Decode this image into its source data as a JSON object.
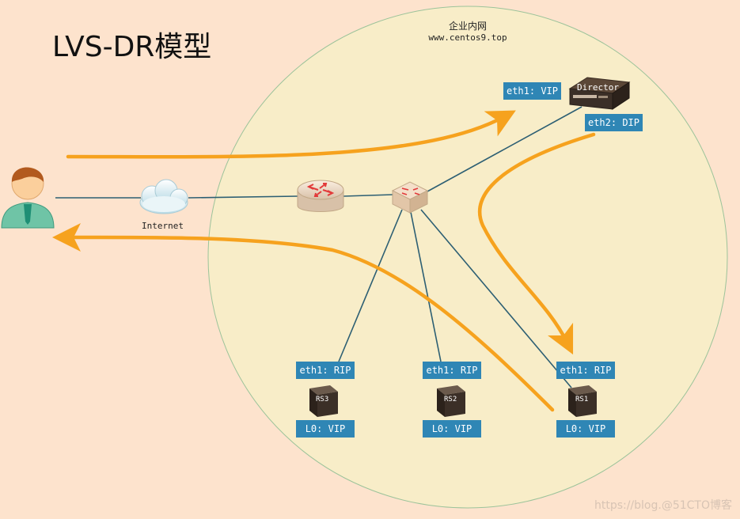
{
  "title": "LVS-DR模型",
  "network": {
    "name": "企业内网",
    "domain": "www.centos9.top"
  },
  "nodes": {
    "client": {
      "icon": "user-icon"
    },
    "internet": {
      "label": "Internet",
      "icon": "cloud-icon"
    },
    "router": {
      "icon": "router-icon"
    },
    "switch": {
      "icon": "switch-icon"
    },
    "director": {
      "label": "Director",
      "icon": "server-rack-icon"
    },
    "rs3": {
      "label": "RS3",
      "icon": "server-tower-icon"
    },
    "rs2": {
      "label": "RS2",
      "icon": "server-tower-icon"
    },
    "rs1": {
      "label": "RS1",
      "icon": "server-tower-icon"
    }
  },
  "interfaces": {
    "director_vip": "eth1: VIP",
    "director_dip": "eth2: DIP",
    "rs3_rip": "eth1: RIP",
    "rs3_vip": "L0: VIP",
    "rs2_rip": "eth1: RIP",
    "rs2_vip": "L0: VIP",
    "rs1_rip": "eth1: RIP",
    "rs1_vip": "L0: VIP"
  },
  "watermark": "https://blog.@51CTO博客",
  "colors": {
    "background": "#fde3cd",
    "network_area": "#f8edc8",
    "tag": "#2f86b5",
    "flow_arrow": "#f6a21e",
    "link": "#2d5f73"
  }
}
